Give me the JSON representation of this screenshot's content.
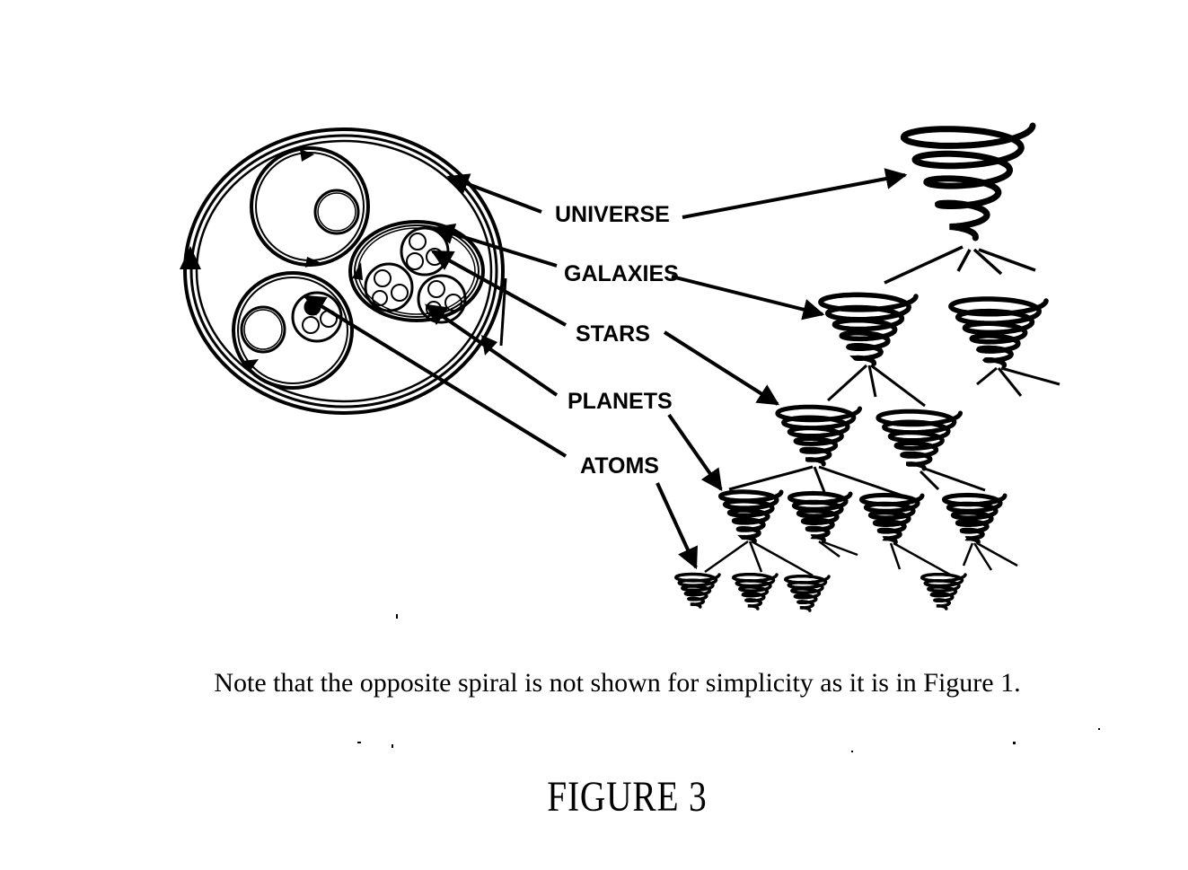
{
  "diagram": {
    "labels": [
      {
        "id": "universe",
        "text": "UNIVERSE"
      },
      {
        "id": "galaxies",
        "text": "GALAXIES"
      },
      {
        "id": "stars",
        "text": "STARS"
      },
      {
        "id": "planets",
        "text": "PLANETS"
      },
      {
        "id": "atoms",
        "text": "ATOMS"
      }
    ],
    "left_view": "nested-circles",
    "right_view": "spiral-hierarchy",
    "hierarchy": {
      "universe": {
        "count": 1
      },
      "galaxies": {
        "count": 2
      },
      "stars": {
        "count": 2
      },
      "planets": {
        "count": 4
      },
      "atoms": {
        "count": 4
      }
    },
    "stroke_color": "#000000",
    "background_color": "#ffffff"
  },
  "caption": {
    "note": "Note that the opposite spiral is not shown for simplicity as it is in Figure 1.",
    "title": "FIGURE 3"
  }
}
